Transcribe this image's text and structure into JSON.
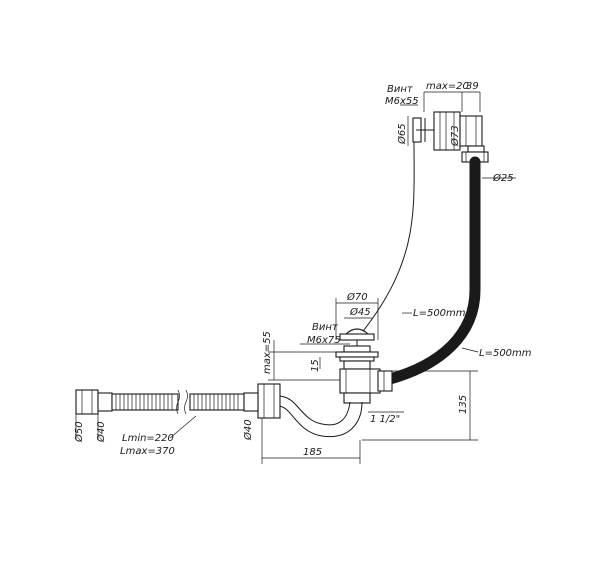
{
  "labels": {
    "screw_top": "Винт",
    "screw_top_size": "M6x55",
    "max_20": "max=20",
    "dim_39": "39",
    "d65": "Ø65",
    "d73": "Ø73",
    "d25": "Ø25",
    "d70": "Ø70",
    "d45": "Ø45",
    "screw_mid": "Винт",
    "screw_mid_size": "M6x75",
    "max_55": "max=55",
    "dim_15": "15",
    "l_500_thin": "L=500mm",
    "l_500_hose": "L=500mm",
    "thread": "1 1/2\"",
    "dim_135": "135",
    "dim_185": "185",
    "d50": "Ø50",
    "d40_left": "Ø40",
    "d40_trap": "Ø40",
    "lmin": "Lmin=220",
    "lmax": "Lmax=370"
  },
  "colors": {
    "ink": "#1a1a1a",
    "paper": "#ffffff",
    "hose": "#2b2b2b"
  }
}
